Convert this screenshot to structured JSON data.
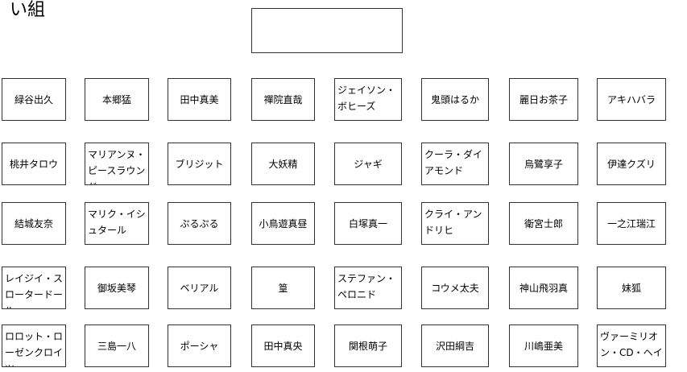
{
  "page": {
    "group_title": "い組"
  },
  "grid": {
    "rows": [
      [
        "緑谷出久",
        "本郷猛",
        "田中真美",
        "禪院直哉",
        "ジェイソン・ボヒーズ",
        "鬼頭はるか",
        "麗日お茶子",
        "アキハバラ"
      ],
      [
        "桃井タロウ",
        "マリアンヌ・ピースラウンド",
        "ブリジット",
        "大妖精",
        "ジャギ",
        "クーラ・ダイアモンド",
        "烏鷺享子",
        "伊達クズリ"
      ],
      [
        "結城友奈",
        "マリク・イシュタール",
        "ぷるぷる",
        "小鳥遊真昼",
        "白塚真一",
        "クライ・アンドリヒ",
        "衛宮士郎",
        "一之江瑞江"
      ],
      [
        "レイジイ・スロータードール",
        "御坂美琴",
        "ベリアル",
        "篁",
        "ステファン・ペロニド",
        "コウメ太夫",
        "神山飛羽真",
        "妹狐"
      ],
      [
        "ロロット・ローゼンクロイツ",
        "三島一八",
        "ポーシャ",
        "田中真央",
        "関根萌子",
        "沢田綱吉",
        "川嶋亜美",
        "ヴァーミリオン・CD・ヘイ"
      ]
    ]
  }
}
